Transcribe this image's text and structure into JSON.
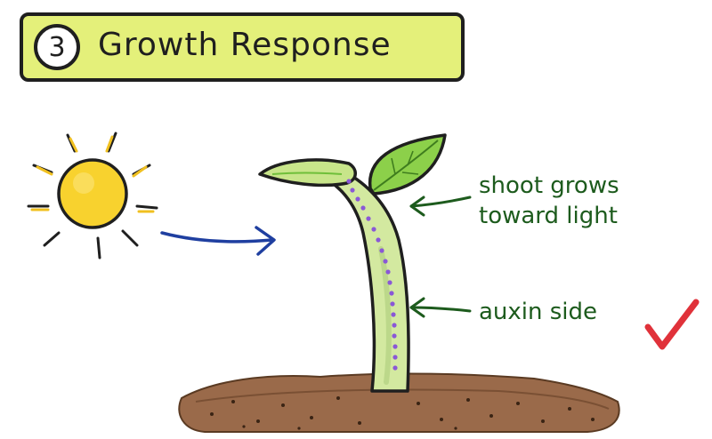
{
  "header": {
    "step_number": "3",
    "title": "Growth Response"
  },
  "annotations": {
    "shoot_label_line1": "shoot grows",
    "shoot_label_line2": "toward light",
    "auxin_label": "auxin side"
  },
  "colors": {
    "banner": "#e4f07a",
    "sun": "#f8d22e",
    "light_arrow": "#1f3fa0",
    "label_text": "#1d5b1d",
    "auxin_dots": "#8a58d6",
    "check": "#e0323a",
    "soil": "#9a6a4a"
  },
  "icons": {
    "sun": "sun-icon",
    "check": "checkmark-icon"
  }
}
